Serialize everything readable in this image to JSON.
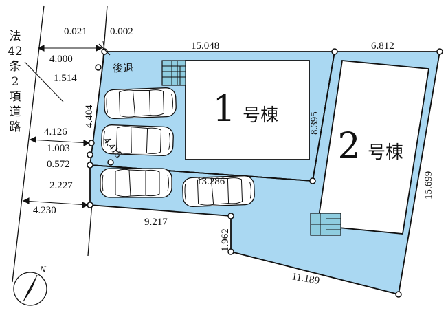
{
  "colors": {
    "lot_fill": "#aad8f2",
    "outline": "#111111",
    "building_fill": "#ffffff",
    "car_fill": "#ffffff",
    "stair_fill": "#8fcde0"
  },
  "road": {
    "label_chars": [
      "法",
      "42",
      "条",
      "2",
      "項",
      "道",
      "路"
    ]
  },
  "setback_label": "後退",
  "buildings": [
    {
      "number": "1",
      "suffix": "号棟"
    },
    {
      "number": "2",
      "suffix": "号棟"
    }
  ],
  "dimensions": {
    "d_0021": "0.021",
    "d_0002": "0.002",
    "d_4000": "4.000",
    "d_1514": "1.514",
    "d_15048": "15.048",
    "d_6812": "6.812",
    "d_4404": "4.404",
    "d_8395": "8.395",
    "d_4126": "4.126",
    "d_1003": "1.003",
    "d_0572": "0.572",
    "d_4415": "4.415",
    "d_2227": "2.227",
    "d_13286": "13.286",
    "d_4230": "4.230",
    "d_9217": "9.217",
    "d_1962": "1.962",
    "d_15699": "15.699",
    "d_11189": "11.189"
  },
  "compass": {
    "north_label": "N"
  }
}
